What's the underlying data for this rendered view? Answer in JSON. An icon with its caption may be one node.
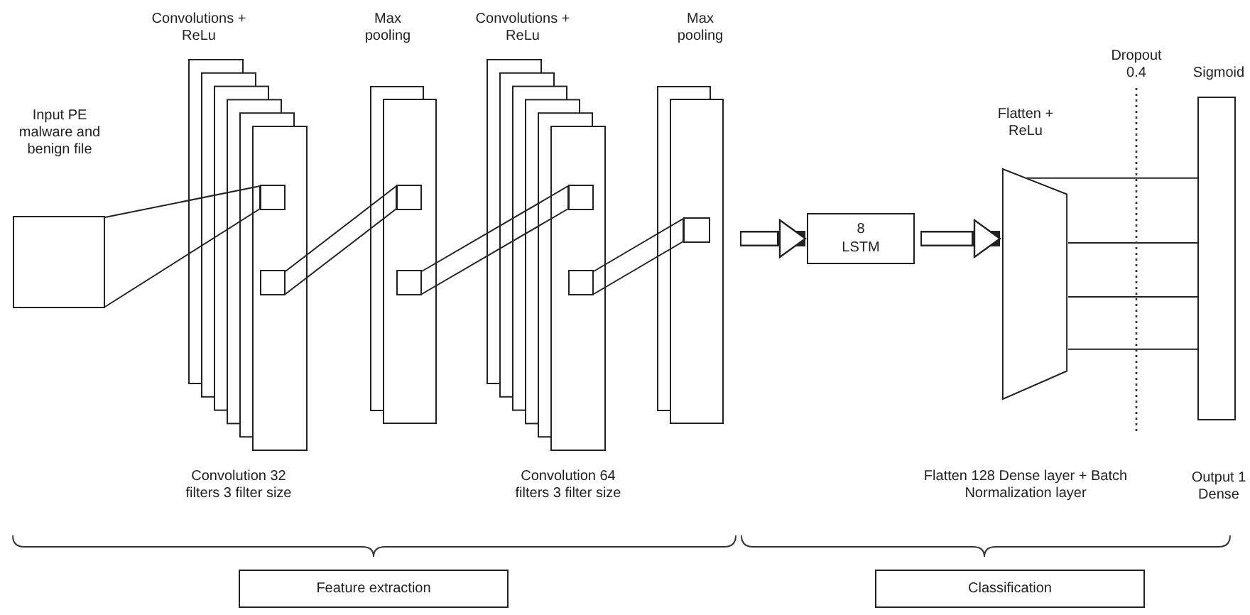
{
  "diagram": {
    "nodes": [
      {
        "text": [
          "Input PE malware and benign file"
        ]
      },
      {
        "text": [
          "Convolutions + ReLu",
          "Convolution 32 filters 3 filter size"
        ]
      },
      {
        "text": [],
        "shape": "box",
        "in": 1
      },
      {
        "text": [],
        "shape": "box",
        "in": 1
      },
      {
        "text": [
          "Max pooling"
        ]
      },
      {
        "text": [],
        "shape": "box",
        "in": 4
      },
      {
        "text": [],
        "shape": "box",
        "in": 4
      },
      {
        "text": [
          "Convolutions + ReLu",
          "Convolution 64 filters 3 filter size"
        ]
      },
      {
        "text": [],
        "shape": "box",
        "in": 7
      },
      {
        "text": [],
        "shape": "box",
        "in": 7
      },
      {
        "text": [
          "Max pooling"
        ]
      },
      {
        "text": [],
        "shape": "box",
        "in": 10
      },
      {
        "text": [
          "8 LSTM"
        ]
      },
      {
        "text": [
          "Flatten + ReLu",
          "Flatten 128 Dense layer + Batch Normalization layer"
        ]
      },
      {
        "text": [
          "Sigmoid",
          "Output 1 Dense"
        ]
      },
      {
        "text": [
          "Feature extraction"
        ]
      },
      {
        "text": [
          "Classification"
        ]
      }
    ],
    "edges": [
      {
        "from": 0,
        "to": 2,
        "arrow": "none"
      },
      {
        "from": 3,
        "to": 5,
        "arrow": "none"
      },
      {
        "from": 6,
        "to": 8,
        "arrow": "none"
      },
      {
        "from": 9,
        "to": 11,
        "arrow": "none"
      },
      {
        "from": 10,
        "to": 12,
        "arrow": "to",
        "style": "thick"
      },
      {
        "from": 12,
        "to": 13,
        "arrow": "to",
        "style": "thick"
      },
      {
        "from": 13,
        "to": 14,
        "arrow": "none"
      },
      {
        "from": 13,
        "to": 14,
        "arrow": "none"
      },
      {
        "from": 13,
        "to": 14,
        "arrow": "none"
      },
      {
        "from": 13,
        "to": 14,
        "arrow": "none"
      }
    ],
    "labels": [
      "Dropout 0.4"
    ]
  }
}
